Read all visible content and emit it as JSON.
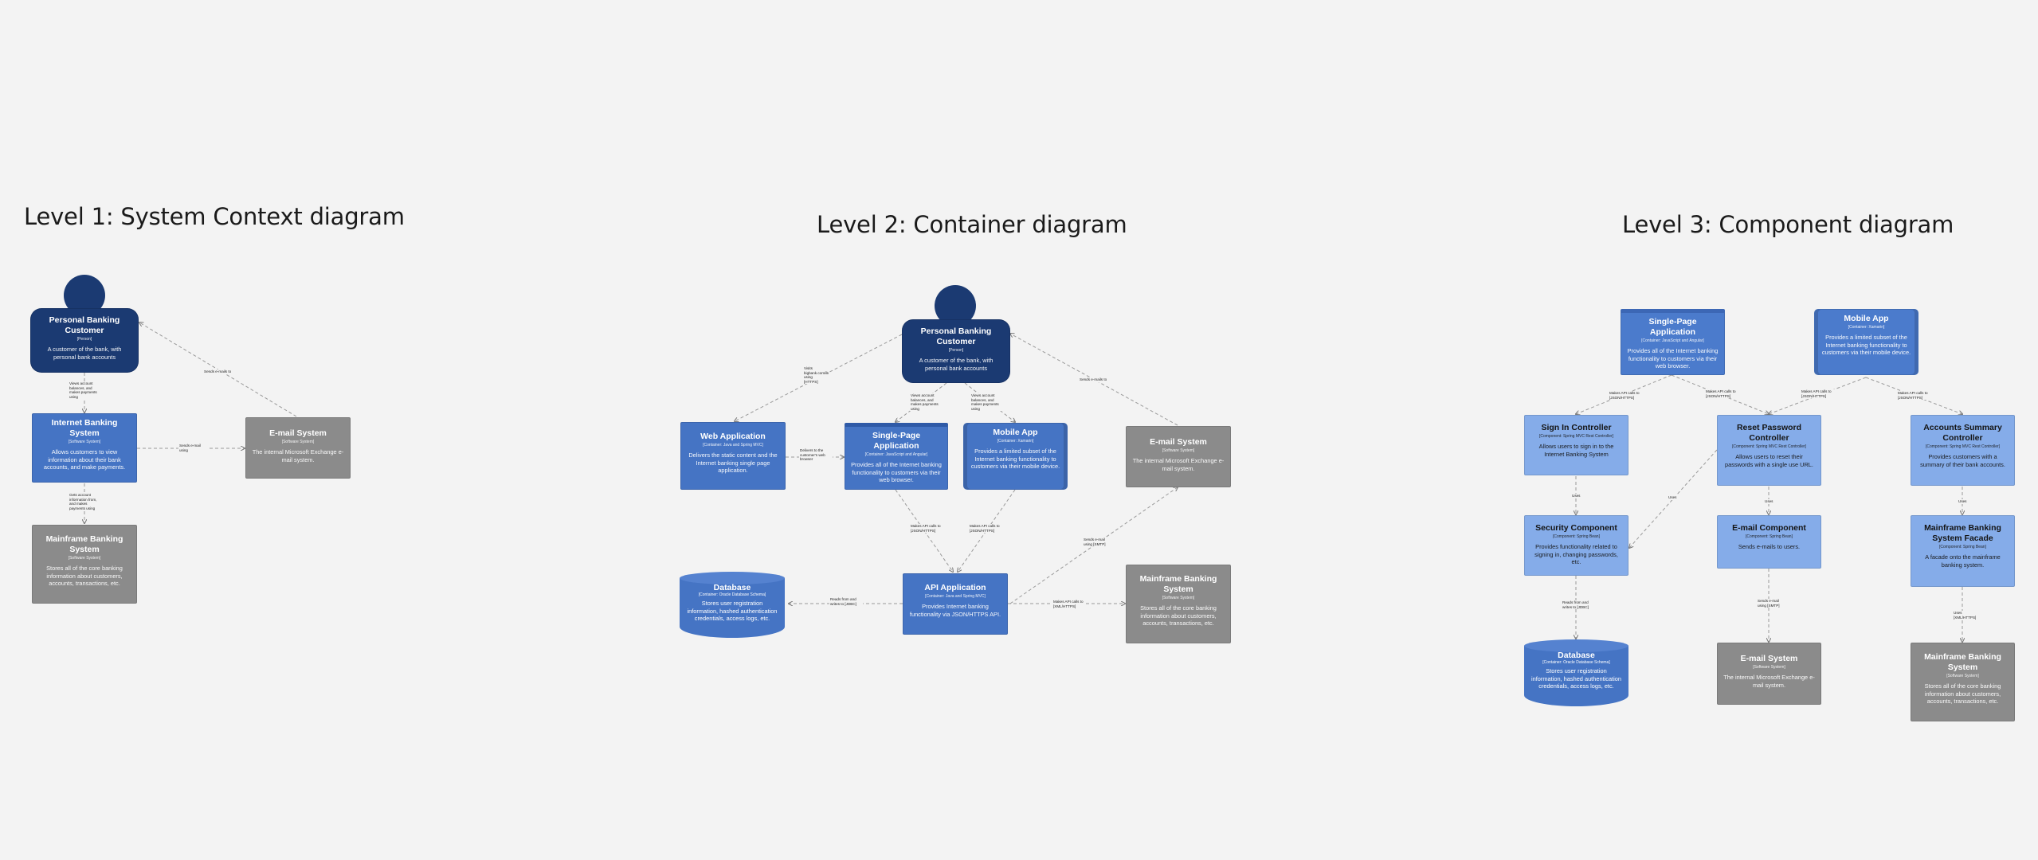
{
  "titles": {
    "l1": "Level 1: System Context diagram",
    "l2": "Level 2: Container diagram",
    "l3": "Level 3: Component diagram"
  },
  "l1": {
    "customer": {
      "name": "Personal Banking Customer",
      "kind": "[Person]",
      "desc": "A customer of the bank, with personal bank accounts"
    },
    "ibs": {
      "name": "Internet Banking System",
      "kind": "[Software System]",
      "desc": "Allows customers to view information about their bank accounts, and make payments."
    },
    "email": {
      "name": "E-mail System",
      "kind": "[Software System]",
      "desc": "The internal Microsoft Exchange e-mail system."
    },
    "mainframe": {
      "name": "Mainframe Banking System",
      "kind": "[Software System]",
      "desc": "Stores all of the core banking information about customers, accounts, transactions, etc."
    },
    "edges": {
      "views": "Views account balances, and makes payments using",
      "sends_email": "Sends e-mail using",
      "gets_info": "Gets account information from, and makes payments using",
      "sends_emails_to": "Sends e-mails to"
    }
  },
  "l2": {
    "customer": {
      "name": "Personal Banking Customer",
      "kind": "[Person]",
      "desc": "A customer of the bank, with personal bank accounts"
    },
    "webapp": {
      "name": "Web Application",
      "kind": "[Container: Java and Spring MVC]",
      "desc": "Delivers the static content and the Internet banking single page application."
    },
    "spa": {
      "name": "Single-Page Application",
      "kind": "[Container: JavaScript and Angular]",
      "desc": "Provides all of the Internet banking functionality to customers via their web browser."
    },
    "mobile": {
      "name": "Mobile App",
      "kind": "[Container: Xamarin]",
      "desc": "Provides a limited subset of the Internet banking functionality to customers via their mobile device."
    },
    "email": {
      "name": "E-mail System",
      "kind": "[Software System]",
      "desc": "The internal Microsoft Exchange e-mail system."
    },
    "database": {
      "name": "Database",
      "kind": "[Container: Oracle Database Schema]",
      "desc": "Stores user registration information, hashed authentication credentials, access logs, etc."
    },
    "api": {
      "name": "API Application",
      "kind": "[Container: Java and Spring MVC]",
      "desc": "Provides Internet banking functionality via JSON/HTTPS API."
    },
    "mainframe": {
      "name": "Mainframe Banking System",
      "kind": "[Software System]",
      "desc": "Stores all of the core banking information about customers, accounts, transactions, etc."
    },
    "edges": {
      "visits": "Visits bigbank.com/ib using [HTTPS]",
      "views1": "Views account balances, and makes payments using",
      "views2": "Views account balances, and makes payments using",
      "sends_emails_to": "Sends e-mails to",
      "delivers": "Delivers to the customer's web browser",
      "api1": "Makes API calls to [JSON/HTTPS]",
      "api2": "Makes API calls to [JSON/HTTPS]",
      "sends_email": "Sends e-mail using [SMTP]",
      "reads": "Reads from and writes to [JDBC]",
      "xml": "Makes API calls to [XML/HTTPS]"
    }
  },
  "l3": {
    "spa": {
      "name": "Single-Page Application",
      "kind": "[Container: JavaScript and Angular]",
      "desc": "Provides all of the Internet banking functionality to customers via their web browser."
    },
    "mobile": {
      "name": "Mobile App",
      "kind": "[Container: Xamarin]",
      "desc": "Provides a limited subset of the Internet banking functionality to customers via their mobile device."
    },
    "signin": {
      "name": "Sign In Controller",
      "kind": "[Component: Spring MVC Rest Controller]",
      "desc": "Allows users to sign in to the Internet Banking System"
    },
    "reset": {
      "name": "Reset Password Controller",
      "kind": "[Component: Spring MVC Rest Controller]",
      "desc": "Allows users to reset their passwords with a single use URL."
    },
    "accounts": {
      "name": "Accounts Summary Controller",
      "kind": "[Component: Spring MVC Rest Controller]",
      "desc": "Provides customers with a summary of their bank accounts."
    },
    "security": {
      "name": "Security Component",
      "kind": "[Component: Spring Bean]",
      "desc": "Provides functionality related to signing in, changing passwords, etc."
    },
    "emailcomp": {
      "name": "E-mail Component",
      "kind": "[Component: Spring Bean]",
      "desc": "Sends e-mails to users."
    },
    "facade": {
      "name": "Mainframe Banking System Facade",
      "kind": "[Component: Spring Bean]",
      "desc": "A facade onto the mainframe banking system."
    },
    "database": {
      "name": "Database",
      "kind": "[Container: Oracle Database Schema]",
      "desc": "Stores user registration information, hashed authentication credentials, access logs, etc."
    },
    "email": {
      "name": "E-mail System",
      "kind": "[Software System]",
      "desc": "The internal Microsoft Exchange e-mail system."
    },
    "mainframe": {
      "name": "Mainframe Banking System",
      "kind": "[Software System]",
      "desc": "Stores all of the core banking information about customers, accounts, transactions, etc."
    },
    "edges": {
      "api1": "Makes API calls to [JSON/HTTPS]",
      "api2": "Makes API calls to [JSON/HTTPS]",
      "api3": "Makes API calls to [JSON/HTTPS]",
      "api4": "Makes API calls to [JSON/HTTPS]",
      "uses1": "Uses",
      "uses2": "Uses",
      "uses3": "Uses",
      "uses4": "Uses",
      "reads": "Reads from and writes to [JDBC]",
      "sends": "Sends e-mail using [SMTP]",
      "uses_xml": "Uses [XML/HTTPS]"
    }
  },
  "colors": {
    "person": "#1b3a72",
    "container": "#4574c4",
    "component": "#85ace9",
    "external": "#8b8b8b",
    "background": "#f3f3f3"
  }
}
